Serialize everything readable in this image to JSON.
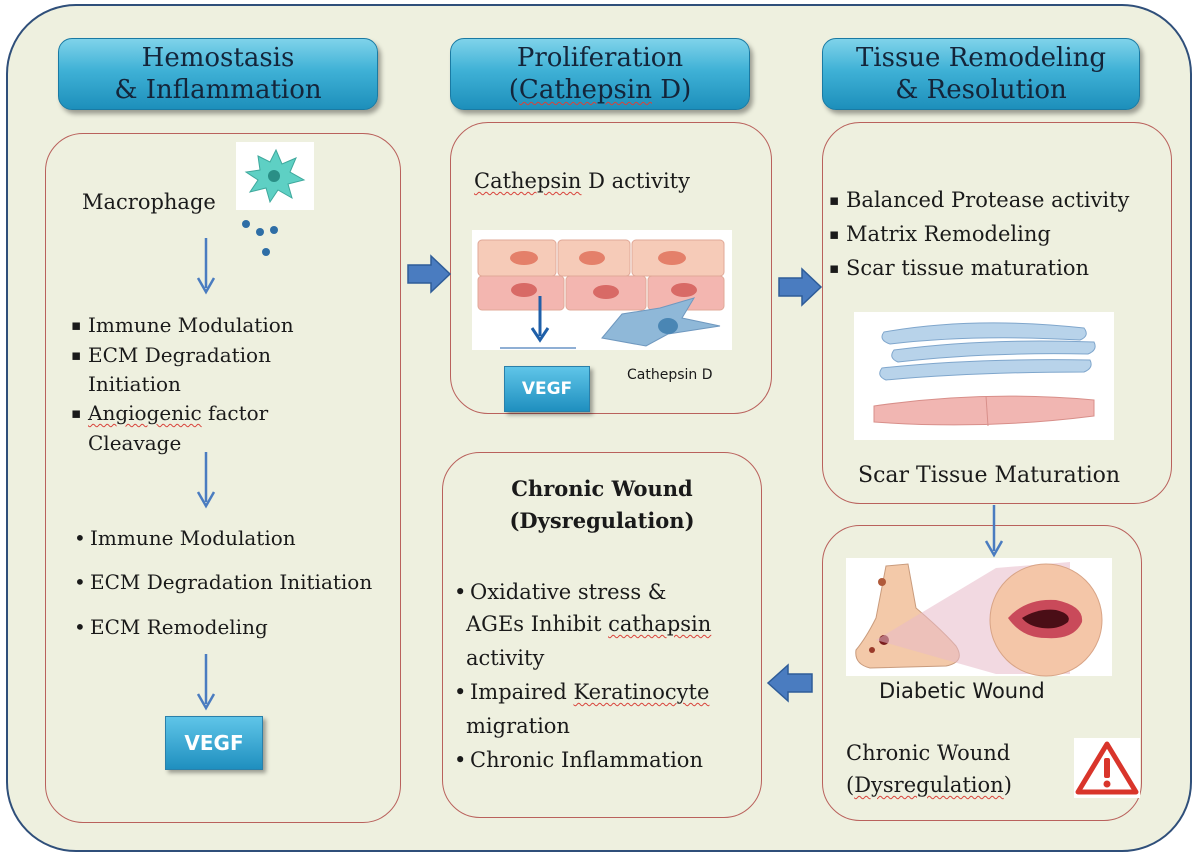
{
  "headers": {
    "hemostasis": {
      "line1": "Hemostasis",
      "line2": "& Inflammation"
    },
    "proliferation": {
      "line1": "Proliferation",
      "line2_prefix": "(",
      "line2_word": "Cathepsin",
      "line2_suffix": " D)"
    },
    "remodeling": {
      "line1": "Tissue Remodeling",
      "line2": "& Resolution"
    }
  },
  "left_panel": {
    "macrophage_label": "Macrophage",
    "square_items": [
      {
        "line1": "Immune Modulation"
      },
      {
        "line1": "ECM Degradation",
        "line2": "Initiation"
      },
      {
        "line1_word": "Angiogenic",
        "line1_rest": " factor",
        "line2": "Cleavage"
      }
    ],
    "dot_items": [
      "Immune Modulation",
      "ECM Degradation Initiation",
      "ECM Remodeling"
    ],
    "vegf_label": "VEGF"
  },
  "middle_panel": {
    "activity_word": "Cathepsin",
    "activity_rest": " D activity",
    "vegf_label": "VEGF",
    "cathepsin_label": "Cathepsin D"
  },
  "right_panel": {
    "items": [
      "Balanced Protease activity",
      "Matrix Remodeling",
      "Scar tissue maturation"
    ],
    "caption": "Scar Tissue Maturation"
  },
  "chronic_panel": {
    "title_line1": "Chronic Wound",
    "title_line2": "(Dysregulation)",
    "bullets": {
      "b1_line1": "Oxidative stress &",
      "b1_line2_prefix": "AGEs Inhibit ",
      "b1_line2_word": "cathapsin",
      "b1_line3": "activity",
      "b2_line1_prefix": "Impaired ",
      "b2_line1_word": "Keratinocyte",
      "b2_line2": "migration",
      "b3": "Chronic Inflammation"
    }
  },
  "diabetic_panel": {
    "caption": "Diabetic Wound",
    "label_line1": "Chronic Wound",
    "label_line2_prefix": "(",
    "label_line2_word": "Dysregulation",
    "label_line2_suffix": ")"
  },
  "colors": {
    "frame_border": "#2f4f7a",
    "background": "#eef0df",
    "panel_border": "#b9615c",
    "arrow": "#4a7cc0",
    "header": "#3fb1d6"
  }
}
